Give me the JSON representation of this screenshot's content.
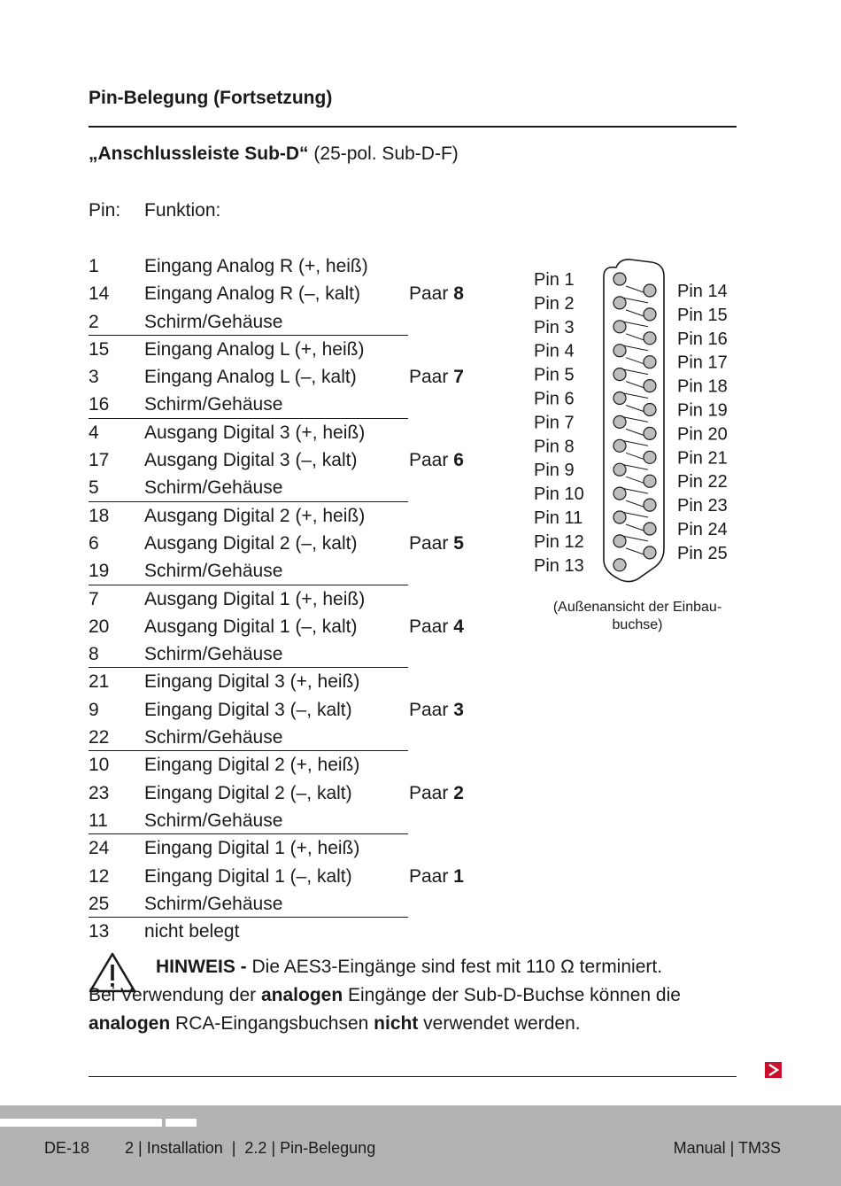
{
  "header": {
    "title": "Pin-Belegung (Fortsetzung)",
    "subtitle_bold": "„Anschlussleiste Sub-D“",
    "subtitle_rest": " (25-pol. Sub-D-F)",
    "col_pin": "Pin:",
    "col_function": "Funktion:"
  },
  "pair_word": "Paar",
  "rows": [
    {
      "pin": "1",
      "func": "Eingang Analog R (+, heiß)"
    },
    {
      "pin": "14",
      "func": "Eingang Analog R (–, kalt)",
      "pair": "8"
    },
    {
      "pin": "2",
      "func": "Schirm/Gehäuse"
    },
    {
      "pin": "15",
      "func": "Eingang Analog L (+, heiß)"
    },
    {
      "pin": "3",
      "func": "Eingang Analog L (–, kalt)",
      "pair": "7"
    },
    {
      "pin": "16",
      "func": "Schirm/Gehäuse"
    },
    {
      "pin": "4",
      "func": "Ausgang Digital 3 (+, heiß)"
    },
    {
      "pin": "17",
      "func": "Ausgang Digital 3 (–, kalt)",
      "pair": "6"
    },
    {
      "pin": "5",
      "func": "Schirm/Gehäuse"
    },
    {
      "pin": "18",
      "func": "Ausgang Digital 2 (+, heiß)"
    },
    {
      "pin": "6",
      "func": "Ausgang Digital 2 (–, kalt)",
      "pair": "5"
    },
    {
      "pin": "19",
      "func": "Schirm/Gehäuse"
    },
    {
      "pin": "7",
      "func": "Ausgang Digital 1 (+, heiß)"
    },
    {
      "pin": "20",
      "func": "Ausgang Digital 1 (–, kalt)",
      "pair": "4"
    },
    {
      "pin": "8",
      "func": "Schirm/Gehäuse"
    },
    {
      "pin": "21",
      "func": "Eingang Digital 3 (+, heiß)"
    },
    {
      "pin": "9",
      "func": "Eingang Digital 3 (–, kalt)",
      "pair": "3"
    },
    {
      "pin": "22",
      "func": "Schirm/Gehäuse"
    },
    {
      "pin": "10",
      "func": "Eingang Digital 2 (+, heiß)"
    },
    {
      "pin": "23",
      "func": "Eingang Digital 2 (–, kalt)",
      "pair": "2"
    },
    {
      "pin": "11",
      "func": "Schirm/Gehäuse"
    },
    {
      "pin": "24",
      "func": "Eingang Digital 1 (+, heiß)"
    },
    {
      "pin": "12",
      "func": "Eingang Digital 1 (–, kalt)",
      "pair": "1"
    },
    {
      "pin": "25",
      "func": "Schirm/Gehäuse"
    },
    {
      "pin": "13",
      "func": "nicht belegt"
    }
  ],
  "connector": {
    "left_labels": [
      "Pin 1",
      "Pin 2",
      "Pin 3",
      "Pin 4",
      "Pin 5",
      "Pin 6",
      "Pin 7",
      "Pin 8",
      "Pin 9",
      "Pin 10",
      "Pin 11",
      "Pin 12",
      "Pin 13"
    ],
    "right_labels": [
      "Pin 14",
      "Pin 15",
      "Pin 16",
      "Pin 17",
      "Pin 18",
      "Pin 19",
      "Pin 20",
      "Pin 21",
      "Pin 22",
      "Pin 23",
      "Pin 24",
      "Pin 25"
    ],
    "caption_line1": "(Außenansicht der Einbau-",
    "caption_line2": "buchse)"
  },
  "notice": {
    "label": "HINWEIS -",
    "text1": " Die AES3-Eingänge sind fest mit 110 Ω terminiert.",
    "text2": "Bei Verwendung der ",
    "bold2": "analogen",
    "text3": " Eingänge der Sub-D-Buchse können die",
    "bold3": "analogen",
    "text4": " RCA-Eingangsbuchsen ",
    "bold4": "nicht",
    "text5": " verwendet werden."
  },
  "footer": {
    "page": "DE-18",
    "breadcrumb": "2 | Installation  |  2.2 | Pin-Belegung",
    "manual": "Manual | TM3S"
  },
  "colors": {
    "accent": "#c8102e",
    "footer_bg": "#b3b3b3",
    "pin_fill": "#bdbdbd"
  }
}
